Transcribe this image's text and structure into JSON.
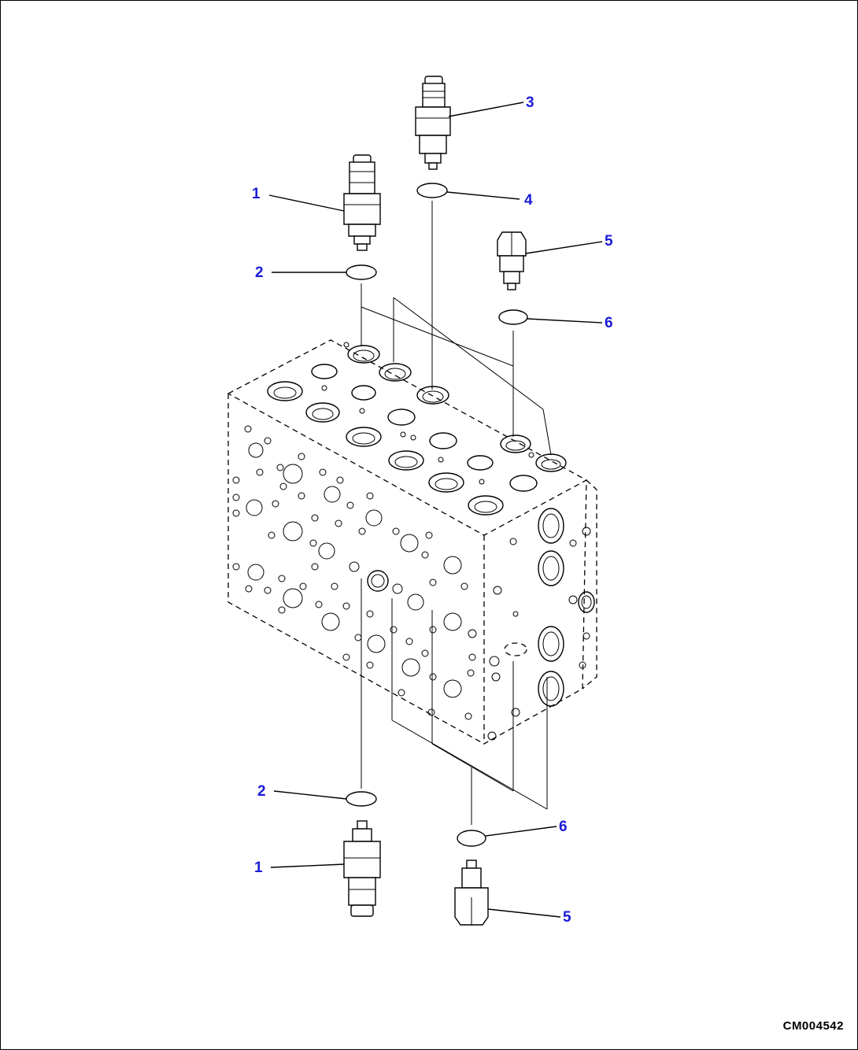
{
  "diagram": {
    "figure_id": "CM004542",
    "callouts": [
      {
        "id": "c1-top",
        "label": "1"
      },
      {
        "id": "c2-top",
        "label": "2"
      },
      {
        "id": "c3",
        "label": "3"
      },
      {
        "id": "c4",
        "label": "4"
      },
      {
        "id": "c5-top",
        "label": "5"
      },
      {
        "id": "c6-top",
        "label": "6"
      },
      {
        "id": "c2-bottom",
        "label": "2"
      },
      {
        "id": "c1-bottom",
        "label": "1"
      },
      {
        "id": "c6-bottom",
        "label": "6"
      },
      {
        "id": "c5-bottom",
        "label": "5"
      }
    ]
  }
}
